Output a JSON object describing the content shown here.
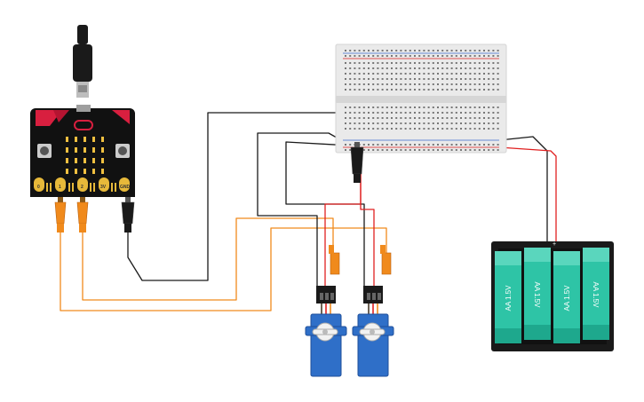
{
  "microbit": {
    "pin_labels": [
      "0",
      "1",
      "2",
      "3V",
      "GND"
    ]
  },
  "battery": {
    "cell_label": "AA 1.5V",
    "cell_count": 4,
    "plus_mark": "+"
  },
  "colors": {
    "wire_black": "#1a1a1a",
    "wire_red": "#e02020",
    "wire_orange": "#f08a1c",
    "microbit_board": "#111111",
    "microbit_accent": "#d81f3f",
    "gold_pad": "#e7b93a",
    "breadboard": "#eaeaea",
    "battery_case": "#1a1a1a",
    "battery_cell": "#2ec4a6",
    "servo_body": "#2f6fc8"
  }
}
